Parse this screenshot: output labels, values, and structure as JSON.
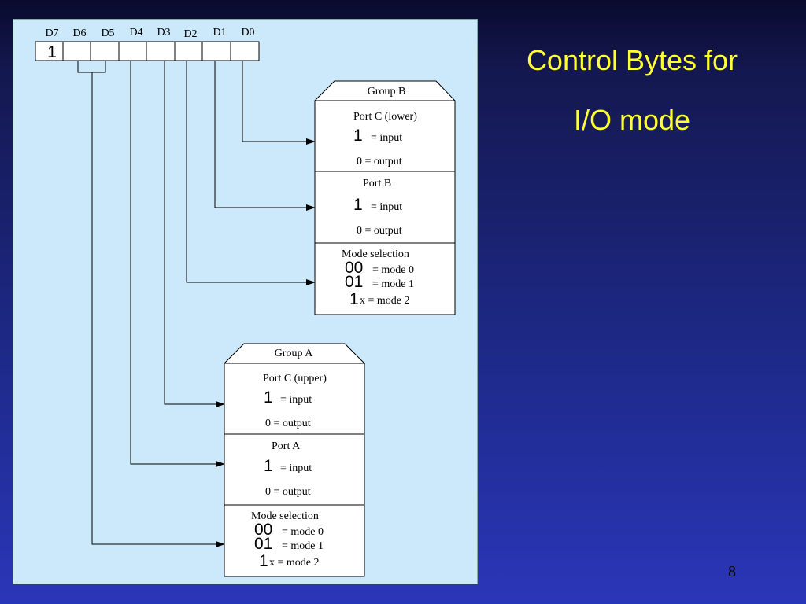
{
  "title": {
    "line1": "Control Bytes for",
    "line2": "I/O mode"
  },
  "page_number": "8",
  "control_word": {
    "bit_labels": [
      "D7",
      "D6",
      "D5",
      "D4",
      "D3",
      "D2",
      "D1",
      "D0"
    ],
    "bit_values": [
      "1",
      "",
      "",
      "",
      "",
      "",
      "",
      ""
    ]
  },
  "group_b": {
    "header": "Group B",
    "port_c_lower": {
      "title": "Port C (lower)",
      "input_digit": "1",
      "input_text": "= input",
      "output_text": "0 = output"
    },
    "port_b": {
      "title": "Port B",
      "input_digit": "1",
      "input_text": "= input",
      "output_text": "0 = output"
    },
    "mode_selection": {
      "title": "Mode  selection",
      "m0_digits": "00",
      "m0_text": "= mode 0",
      "m1_digits": "01",
      "m1_text": "= mode 1",
      "m2_digit": "1",
      "m2_text": "x = mode 2"
    }
  },
  "group_a": {
    "header": "Group A",
    "port_c_upper": {
      "title": "Port C (upper)",
      "input_digit": "1",
      "input_text": "= input",
      "output_text": "0 = output"
    },
    "port_a": {
      "title": "Port A",
      "input_digit": "1",
      "input_text": "= input",
      "output_text": "0 = output"
    },
    "mode_selection": {
      "title": "Mode  selection",
      "m0_digits": "00",
      "m0_text": "= mode 0",
      "m1_digits": "01",
      "m1_text": "= mode 1",
      "m2_digit": "1",
      "m2_text": "x = mode 2"
    }
  },
  "colors": {
    "title": "#ffff33",
    "panel": "#cce9fb",
    "line": "#000000"
  }
}
